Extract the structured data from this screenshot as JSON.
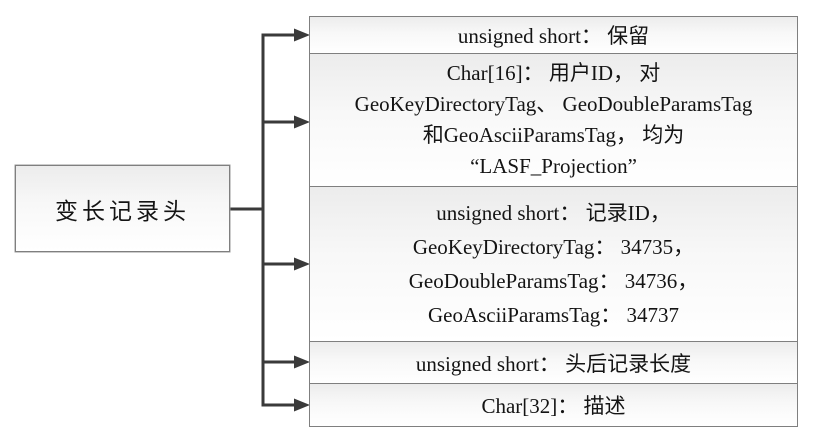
{
  "diagram": {
    "source": {
      "label": "变长记录头"
    },
    "fields": [
      {
        "lines": [
          "unsigned short： 保留"
        ]
      },
      {
        "lines": [
          "Char[16]： 用户ID， 对",
          "GeoKeyDirectoryTag、 GeoDoubleParamsTag",
          "和GeoAsciiParamsTag， 均为",
          "“LASF_Projection”"
        ]
      },
      {
        "lines": [
          "unsigned short： 记录ID，",
          "GeoKeyDirectoryTag： 34735，",
          "GeoDoubleParamsTag： 34736，",
          "GeoAsciiParamsTag： 34737"
        ]
      },
      {
        "lines": [
          "unsigned short： 头后记录长度"
        ]
      },
      {
        "lines": [
          "Char[32]： 描述"
        ]
      }
    ],
    "colors": {
      "box_border": "#7f7f7f",
      "box_fill_top": "#ececec",
      "box_fill_bottom": "#ffffff",
      "connector": "#3a3a3a",
      "text": "#141414",
      "background": "#ffffff"
    }
  }
}
